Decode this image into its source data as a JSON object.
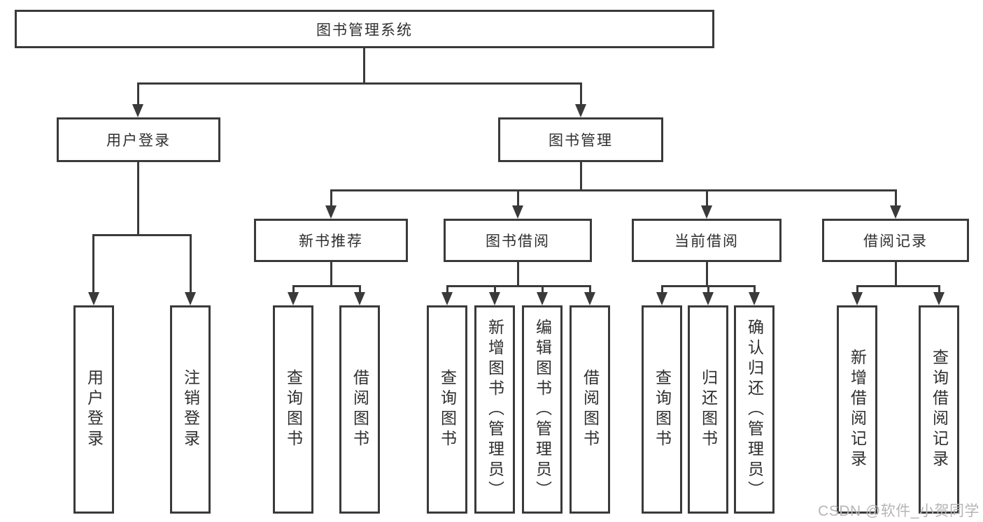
{
  "nodes": {
    "root": "图书管理系统",
    "user_login": "用户登录",
    "book_mgmt": "图书管理",
    "new_book_recommend": "新书推荐",
    "book_borrow": "图书借阅",
    "current_borrow": "当前借阅",
    "borrow_records": "借阅记录"
  },
  "leaves": {
    "user_login": [
      "用户登录",
      "注销登录"
    ],
    "new_book_recommend": [
      "查询图书",
      "借阅图书"
    ],
    "book_borrow": [
      "查询图书",
      "新增图书（管理员）",
      "编辑图书（管理员）",
      "借阅图书"
    ],
    "current_borrow": [
      "查询图书",
      "归还图书",
      "确认归还（管理员）"
    ],
    "borrow_records": [
      "新增借阅记录",
      "查询借阅记录"
    ]
  },
  "watermark": "CSDN @软件_小贺同学",
  "colors": {
    "line": "#3a3a3a",
    "text": "#2f2f2f",
    "watermark": "#b5b5b5",
    "background": "#ffffff"
  }
}
